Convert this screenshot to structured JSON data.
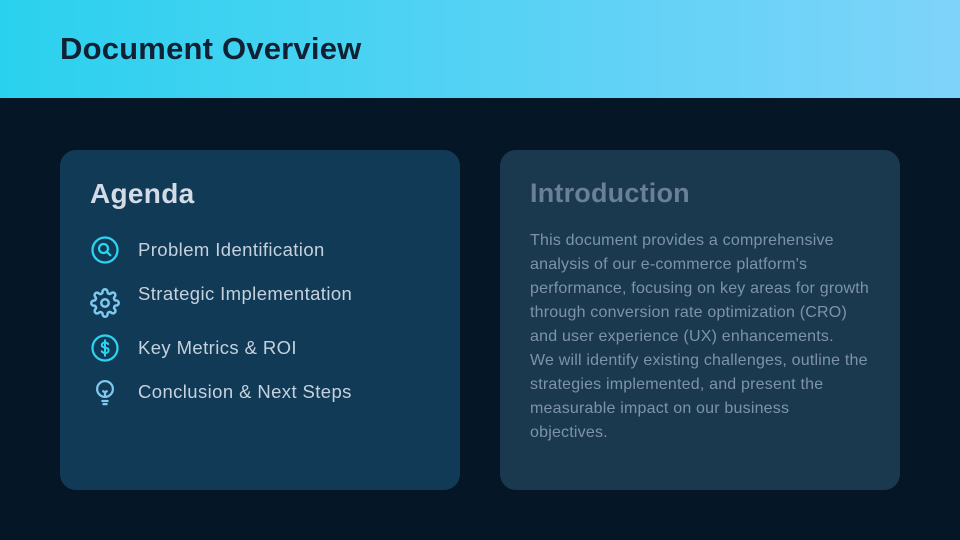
{
  "page": {
    "background": "#051627"
  },
  "header": {
    "title": "Document Overview",
    "gradient_from": "#2ad1ee",
    "gradient_to": "#7fd3fa",
    "title_color": "#0f2133"
  },
  "agenda_card": {
    "title": "Agenda",
    "background": "#113a56",
    "items": [
      {
        "icon": "search-circle-icon",
        "label": "Problem Identification",
        "color": "#2bd4f0"
      },
      {
        "icon": "gear-icon",
        "label": "Strategic Implementation",
        "color": "#7fc8ef"
      },
      {
        "icon": "dollar-circle-icon",
        "label": "Key Metrics & ROI",
        "color": "#2bd4f0"
      },
      {
        "icon": "lightbulb-icon",
        "label": "Conclusion & Next Steps",
        "color": "#7fc8ef"
      }
    ]
  },
  "introduction_card": {
    "title": "Introduction",
    "background": "#1a394f",
    "paragraphs": [
      "This document provides a comprehensive analysis of our e-commerce platform's performance, focusing on key areas for growth through conversion rate optimization (CRO) and user experience (UX) enhancements.",
      "We will identify existing challenges, outline the strategies implemented, and present the measurable impact on our business objectives."
    ]
  }
}
